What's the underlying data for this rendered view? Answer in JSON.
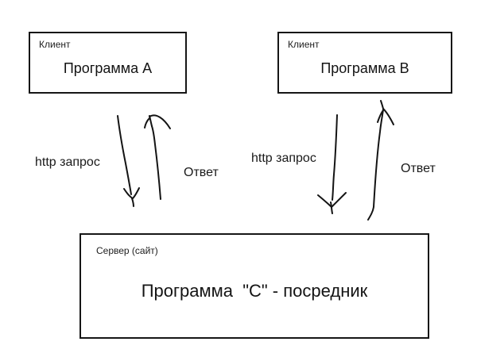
{
  "diagram": {
    "background": "#ffffff",
    "ink_color": "#141414",
    "title": ""
  },
  "clients": [
    {
      "role_label": "Клиент",
      "program_label": "Программа A"
    },
    {
      "role_label": "Клиент",
      "program_label": "Программа B"
    }
  ],
  "server": {
    "role_label": "Сервер (сайт)",
    "program_label": "Программа  \"С\" - посредник"
  },
  "flows": [
    {
      "request_label": "http запрос",
      "response_label": "Ответ"
    },
    {
      "request_label": "http запрос",
      "response_label": "Ответ"
    }
  ]
}
